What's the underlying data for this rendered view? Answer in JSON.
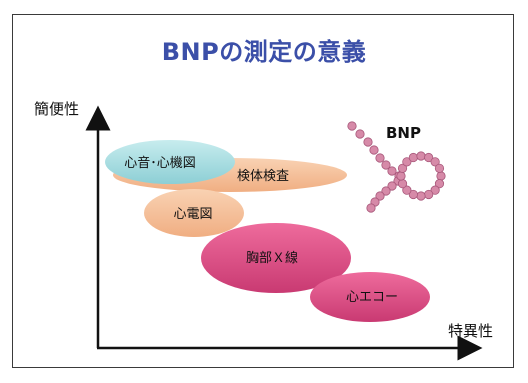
{
  "title": "BNPの測定の意義",
  "axis": {
    "y_label": "簡便性",
    "x_label": "特異性"
  },
  "bnp_label": "BNP",
  "methods": [
    {
      "label": "心音･心機図",
      "color": "#a8dde0"
    },
    {
      "label": "検体検査",
      "color": "#f6c29d"
    },
    {
      "label": "心電図",
      "color": "#f6c29d"
    },
    {
      "label": "胸部Ｘ線",
      "color": "#e0457f"
    },
    {
      "label": "心エコー",
      "color": "#e0457f"
    }
  ],
  "colors": {
    "title": "#3b4fa8",
    "molecule": "#d68aa8"
  }
}
